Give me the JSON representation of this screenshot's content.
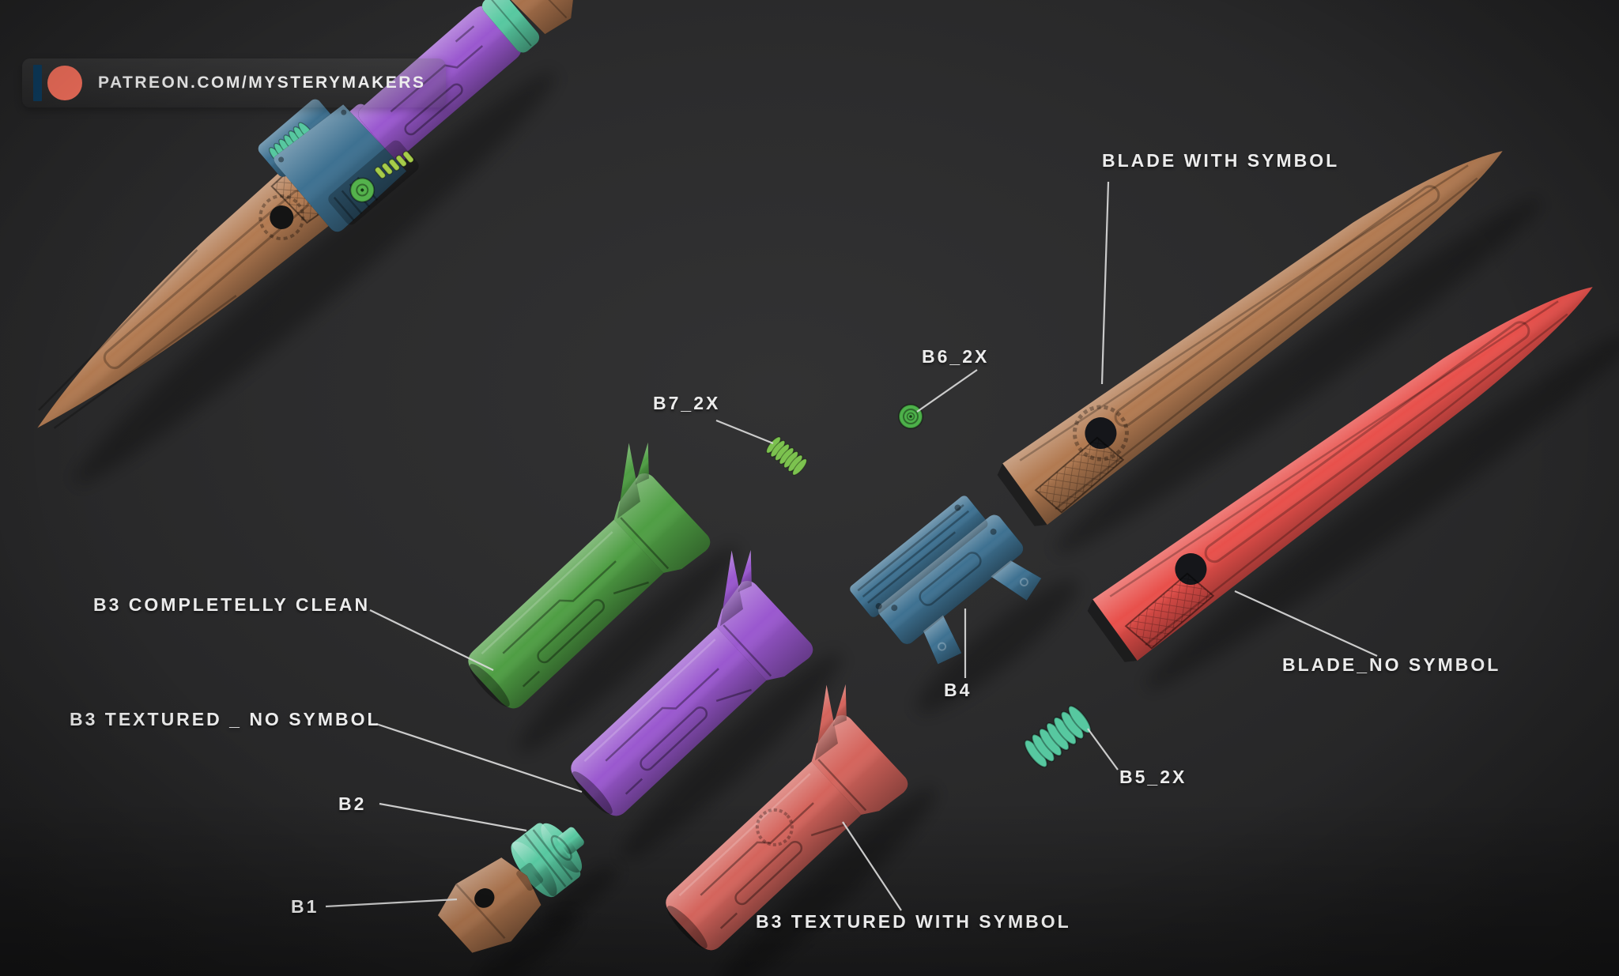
{
  "watermark": {
    "text": "PATREON.COM/MYSTERYMAKERS"
  },
  "labels": {
    "blade_with_symbol": "BLADE WITH SYMBOL",
    "b6": "B6_2X",
    "b7": "B7_2X",
    "b3_clean": "B3 COMPLETELLY CLEAN",
    "b3_textured_no_symbol": "B3 TEXTURED _ NO SYMBOL",
    "b2": "B2",
    "b1": "B1",
    "b4": "B4",
    "b5": "B5_2X",
    "blade_no_symbol": "BLADE_NO SYMBOL",
    "b3_textured_with_symbol": "B3 TEXTURED WITH SYMBOL"
  },
  "colors": {
    "background": "#2b2b2c",
    "label_text": "#ececec",
    "leader_line": "#d9d9d9",
    "blade_brown": "#b27a51",
    "blade_red": "#e8504b",
    "grip_green": "#4f9e44",
    "grip_purple": "#9a58cf",
    "grip_red": "#d4645c",
    "guard_blue": "#3e7191",
    "mint": "#57c8a0",
    "spring_green": "#7cc24f",
    "washer_green": "#4db14a",
    "button_green": "#54b24c",
    "lime_pills": "#a6cc4a",
    "pommel_brown": "#a8714b",
    "patreon_coral": "#f4705c",
    "patreon_navy": "#0d3b5d"
  }
}
